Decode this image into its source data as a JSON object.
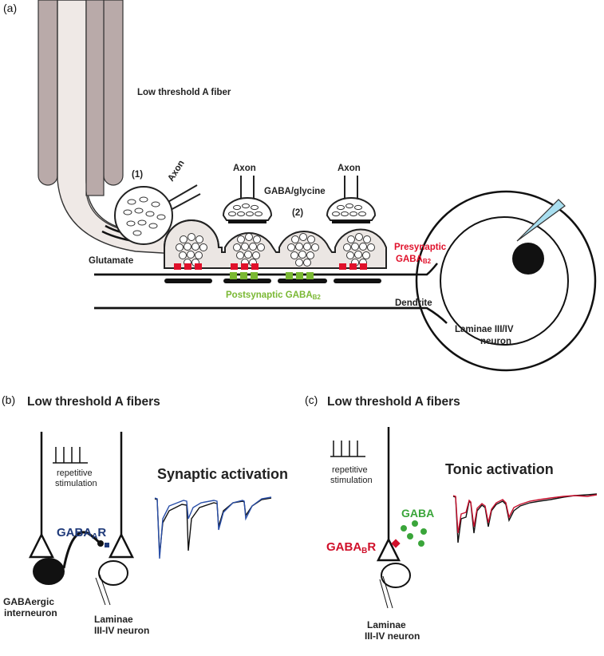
{
  "panel_a": {
    "letter": "(a)",
    "fiber_label": "Low threshold A fiber",
    "marker_1": "(1)",
    "marker_2": "(2)",
    "axon_left": "Axon",
    "axon_mid": "Axon",
    "axon_right": "Axon",
    "gaba_glycine": "GABA/glycine",
    "glutamate": "Glutamate",
    "presynaptic_line1": "Presynaptic",
    "presynaptic_line2": "GABA",
    "presynaptic_sub": "B2",
    "postsynaptic": "Postsynaptic GABA",
    "postsynaptic_sub": "B2",
    "dendrite": "Dendrite",
    "neuron_line1": "Laminae III/IV",
    "neuron_line2": "neuron"
  },
  "panel_b": {
    "letter": "(b)",
    "title": "Low threshold A fibers",
    "stim_line1": "repetitive",
    "stim_line2": "stimulation",
    "receptor": "GABA",
    "receptor_sub": "A",
    "receptor_end": "R",
    "interneuron_line1": "GABAergic",
    "interneuron_line2": "interneuron",
    "neuron_line1": "Laminae",
    "neuron_line2": "III-IV neuron",
    "trace_title": "Synaptic activation"
  },
  "panel_c": {
    "letter": "(c)",
    "title": "Low threshold A fibers",
    "stim_line1": "repetitive",
    "stim_line2": "stimulation",
    "gaba": "GABA",
    "receptor": "GABA",
    "receptor_sub": "B",
    "receptor_end": "R",
    "neuron_line1": "Laminae",
    "neuron_line2": "III-IV neuron",
    "trace_title": "Tonic activation"
  },
  "colors": {
    "fiber_shadow": "#b9aaa9",
    "fiber_light": "#efe9e6",
    "presynaptic_red": "#e0102a",
    "postsynaptic_green": "#7ab833",
    "gabaa_blue": "#1f3a7a",
    "gabab_red": "#d0102a",
    "gaba_green": "#3aa53a",
    "pipette": "#a9dff0"
  }
}
